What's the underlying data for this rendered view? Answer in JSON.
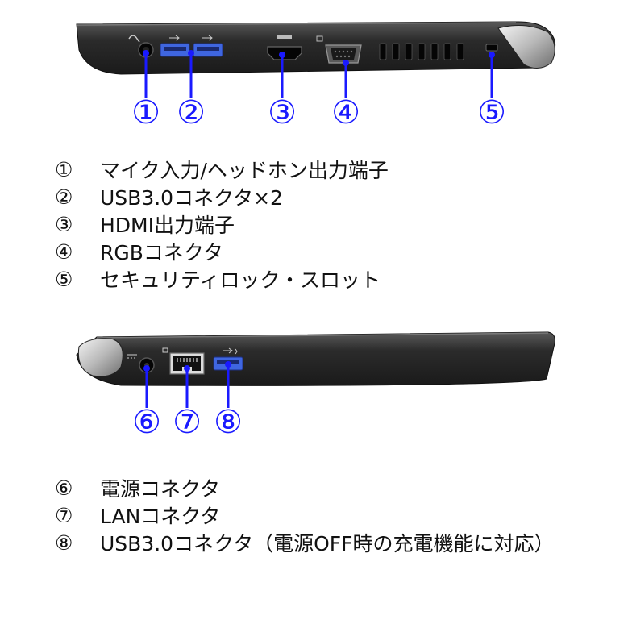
{
  "colors": {
    "callout": "#1a1aff",
    "body_dark": "#2a2a2a",
    "body_edge": "#444444",
    "port_blue": "#3f66e0",
    "port_fill": "#111111"
  },
  "callouts": [
    {
      "number": "①",
      "label": "マイク入力/ヘッドホン出力端子"
    },
    {
      "number": "②",
      "label": "USB3.0コネクタ×2"
    },
    {
      "number": "③",
      "label": "HDMI出力端子"
    },
    {
      "number": "④",
      "label": "RGBコネクタ"
    },
    {
      "number": "⑤",
      "label": "セキュリティロック・スロット"
    },
    {
      "number": "⑥",
      "label": "電源コネクタ"
    },
    {
      "number": "⑦",
      "label": "LANコネクタ"
    },
    {
      "number": "⑧",
      "label": "USB3.0コネクタ（電源OFF時の充電機能に対応）"
    }
  ],
  "icons": {
    "audio": "headset-icon",
    "usb": "usb-icon",
    "hdmi": "hdmi-icon",
    "rgb": "monitor-icon",
    "lock": "lock-icon",
    "power": "dc-power-icon",
    "lan": "network-icon"
  }
}
